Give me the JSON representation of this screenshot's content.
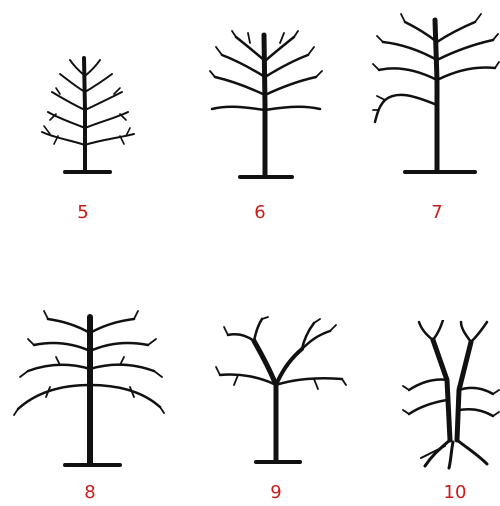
{
  "label_color": "#cc1a1a",
  "ink_color": "#111111",
  "trees": [
    {
      "label": "5",
      "icon": "tree-icon"
    },
    {
      "label": "6",
      "icon": "tree-icon"
    },
    {
      "label": "7",
      "icon": "tree-icon"
    },
    {
      "label": "8",
      "icon": "tree-icon"
    },
    {
      "label": "9",
      "icon": "tree-icon"
    },
    {
      "label": "10",
      "icon": "tree-icon"
    }
  ]
}
